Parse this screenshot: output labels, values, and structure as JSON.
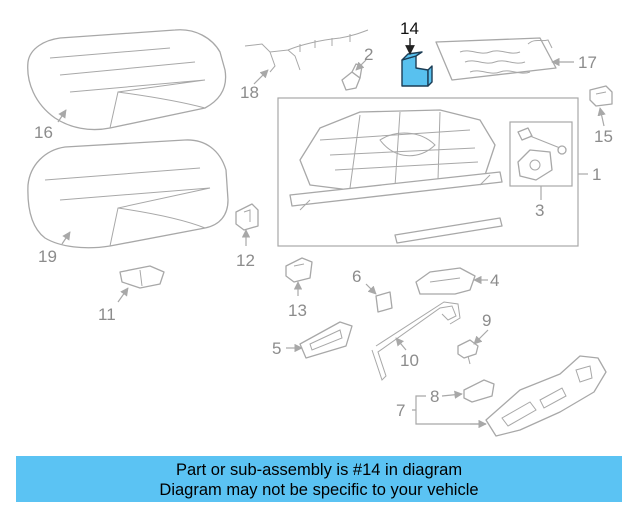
{
  "highlight": {
    "part_number": "14",
    "fill_color": "#58c1ef"
  },
  "callouts": [
    "1",
    "2",
    "3",
    "4",
    "5",
    "6",
    "7",
    "8",
    "9",
    "10",
    "11",
    "12",
    "13",
    "14",
    "15",
    "16",
    "17",
    "18",
    "19"
  ],
  "caption": {
    "line1": "Part or sub-assembly is #14 in diagram",
    "line2": "Diagram may not be specific to your vehicle",
    "background_color": "#5bc3f3"
  }
}
